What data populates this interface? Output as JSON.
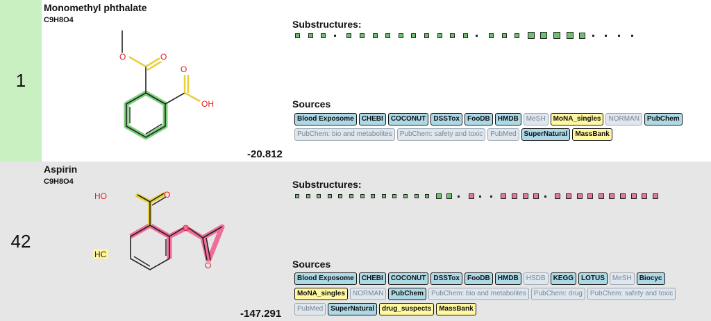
{
  "results": [
    {
      "rank": "1",
      "name": "Monomethyl phthalate",
      "formula": "C9H8O4",
      "score": "-20.812",
      "substructures_label": "Substructures:",
      "sources_label": "Sources",
      "atom_labels": [
        "O",
        "O",
        "O",
        "OH"
      ],
      "substructure_colors": [
        "#6fbf6f",
        "#6fbf6f",
        "#6fbf6f",
        "#222",
        "#6fbf6f",
        "#6fbf6f",
        "#6fbf6f",
        "#6fbf6f",
        "#6fbf6f",
        "#6fbf6f",
        "#6fbf6f",
        "#6fbf6f",
        "#6fbf6f",
        "#6fbf6f",
        "#222",
        "#6fbf6f",
        "#6fbf6f",
        "#6fbf6f",
        "#6fbf6f",
        "#6fbf6f",
        "#6fbf6f",
        "#6fbf6f",
        "#6fbf6f",
        "#222",
        "#222",
        "#222",
        "#222"
      ],
      "sources": [
        {
          "label": "Blood Exposome",
          "state": "on"
        },
        {
          "label": "CHEBI",
          "state": "on"
        },
        {
          "label": "COCONUT",
          "state": "on"
        },
        {
          "label": "DSSTox",
          "state": "on"
        },
        {
          "label": "FooDB",
          "state": "on"
        },
        {
          "label": "HMDB",
          "state": "on"
        },
        {
          "label": "MeSH",
          "state": "off"
        },
        {
          "label": "MoNA_singles",
          "state": "yl"
        },
        {
          "label": "NORMAN",
          "state": "off"
        },
        {
          "label": "PubChem",
          "state": "on"
        },
        {
          "label": "PubChem: bio and metabolites",
          "state": "off"
        },
        {
          "label": "PubChem: safety and toxic",
          "state": "off"
        },
        {
          "label": "PubMed",
          "state": "off"
        },
        {
          "label": "SuperNatural",
          "state": "on"
        },
        {
          "label": "MassBank",
          "state": "yl"
        }
      ]
    },
    {
      "rank": "42",
      "name": "Aspirin",
      "formula": "C9H8O4",
      "score": "-147.291",
      "substructures_label": "Substructures:",
      "sources_label": "Sources",
      "atom_labels": [
        "HO",
        "O",
        "O",
        "O",
        "HC"
      ],
      "substructure_colors": [
        "#6fbf6f",
        "#6fbf6f",
        "#6fbf6f",
        "#6fbf6f",
        "#6fbf6f",
        "#6fbf6f",
        "#6fbf6f",
        "#6fbf6f",
        "#6fbf6f",
        "#6fbf6f",
        "#6fbf6f",
        "#6fbf6f",
        "#6fbf6f",
        "#6fbf6f",
        "#6fbf6f",
        "#222",
        "#e07a9a",
        "#e07a9a",
        "#e07a9a",
        "#e07a9a",
        "#e07a9a",
        "#e07a9a",
        "#e07a9a",
        "#e07a9a",
        "#e07a9a",
        "#e07a9a",
        "#e07a9a",
        "#e07a9a",
        "#e07a9a",
        "#e07a9a",
        "#e07a9a",
        "#e07a9a",
        "#e07a9a",
        "#e07a9a"
      ],
      "sources": [
        {
          "label": "Blood Exposome",
          "state": "on"
        },
        {
          "label": "CHEBI",
          "state": "on"
        },
        {
          "label": "COCONUT",
          "state": "on"
        },
        {
          "label": "DSSTox",
          "state": "on"
        },
        {
          "label": "FooDB",
          "state": "on"
        },
        {
          "label": "HMDB",
          "state": "on"
        },
        {
          "label": "HSDB",
          "state": "off"
        },
        {
          "label": "KEGG",
          "state": "on"
        },
        {
          "label": "LOTUS",
          "state": "on"
        },
        {
          "label": "MeSH",
          "state": "off"
        },
        {
          "label": "Biocyc",
          "state": "on"
        },
        {
          "label": "MoNA_singles",
          "state": "yl"
        },
        {
          "label": "NORMAN",
          "state": "off"
        },
        {
          "label": "PubChem",
          "state": "on"
        },
        {
          "label": "PubChem: bio and metabolites",
          "state": "off"
        },
        {
          "label": "PubChem: drug",
          "state": "off"
        },
        {
          "label": "PubChem: safety and toxic",
          "state": "off"
        },
        {
          "label": "PubMed",
          "state": "off"
        },
        {
          "label": "SuperNatural",
          "state": "on"
        },
        {
          "label": "drug_suspects",
          "state": "yl"
        },
        {
          "label": "MassBank",
          "state": "yl"
        }
      ]
    }
  ]
}
